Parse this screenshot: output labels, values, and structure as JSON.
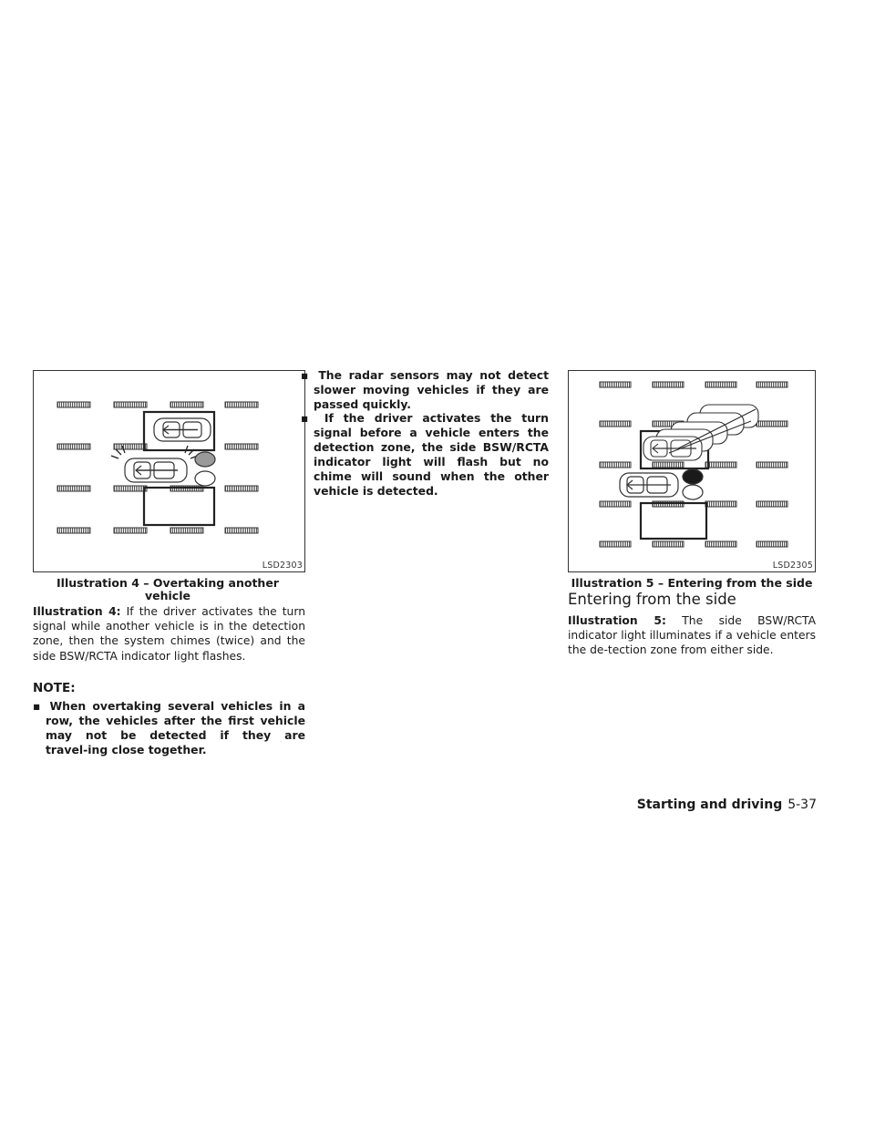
{
  "figure1": {
    "code": "LSD2303",
    "caption": "Illustration 4 – Overtaking another vehicle"
  },
  "figure2": {
    "code": "LSD2305",
    "caption": "Illustration 5 – Entering from the side"
  },
  "column1": {
    "para_label": "Illustration 4:",
    "para_text": "If the driver activates the turn signal while another vehicle is in the detection zone, then the system chimes (twice) and the side BSW/RCTA indicator light flashes.",
    "note_heading": "NOTE:",
    "bullets": [
      "When overtaking several vehicles in a row, the vehicles after the first vehicle may not be detected if they are travel‑ing close together."
    ]
  },
  "column2": {
    "bullets": [
      "The radar sensors may not detect slower moving vehicles if they are passed quickly.",
      "If the driver activates the turn signal before a vehicle enters the detection zone, the side BSW/RCTA indicator light will flash but no chime will sound when the other vehicle is detected."
    ]
  },
  "column3": {
    "section_title": "Entering from the side",
    "para_label": "Illustration 5:",
    "para_text": "The side BSW/RCTA indicator light illuminates if a vehicle enters the de‑tection zone from either side."
  },
  "footer": {
    "section": "Starting and driving",
    "page": "5-37"
  }
}
